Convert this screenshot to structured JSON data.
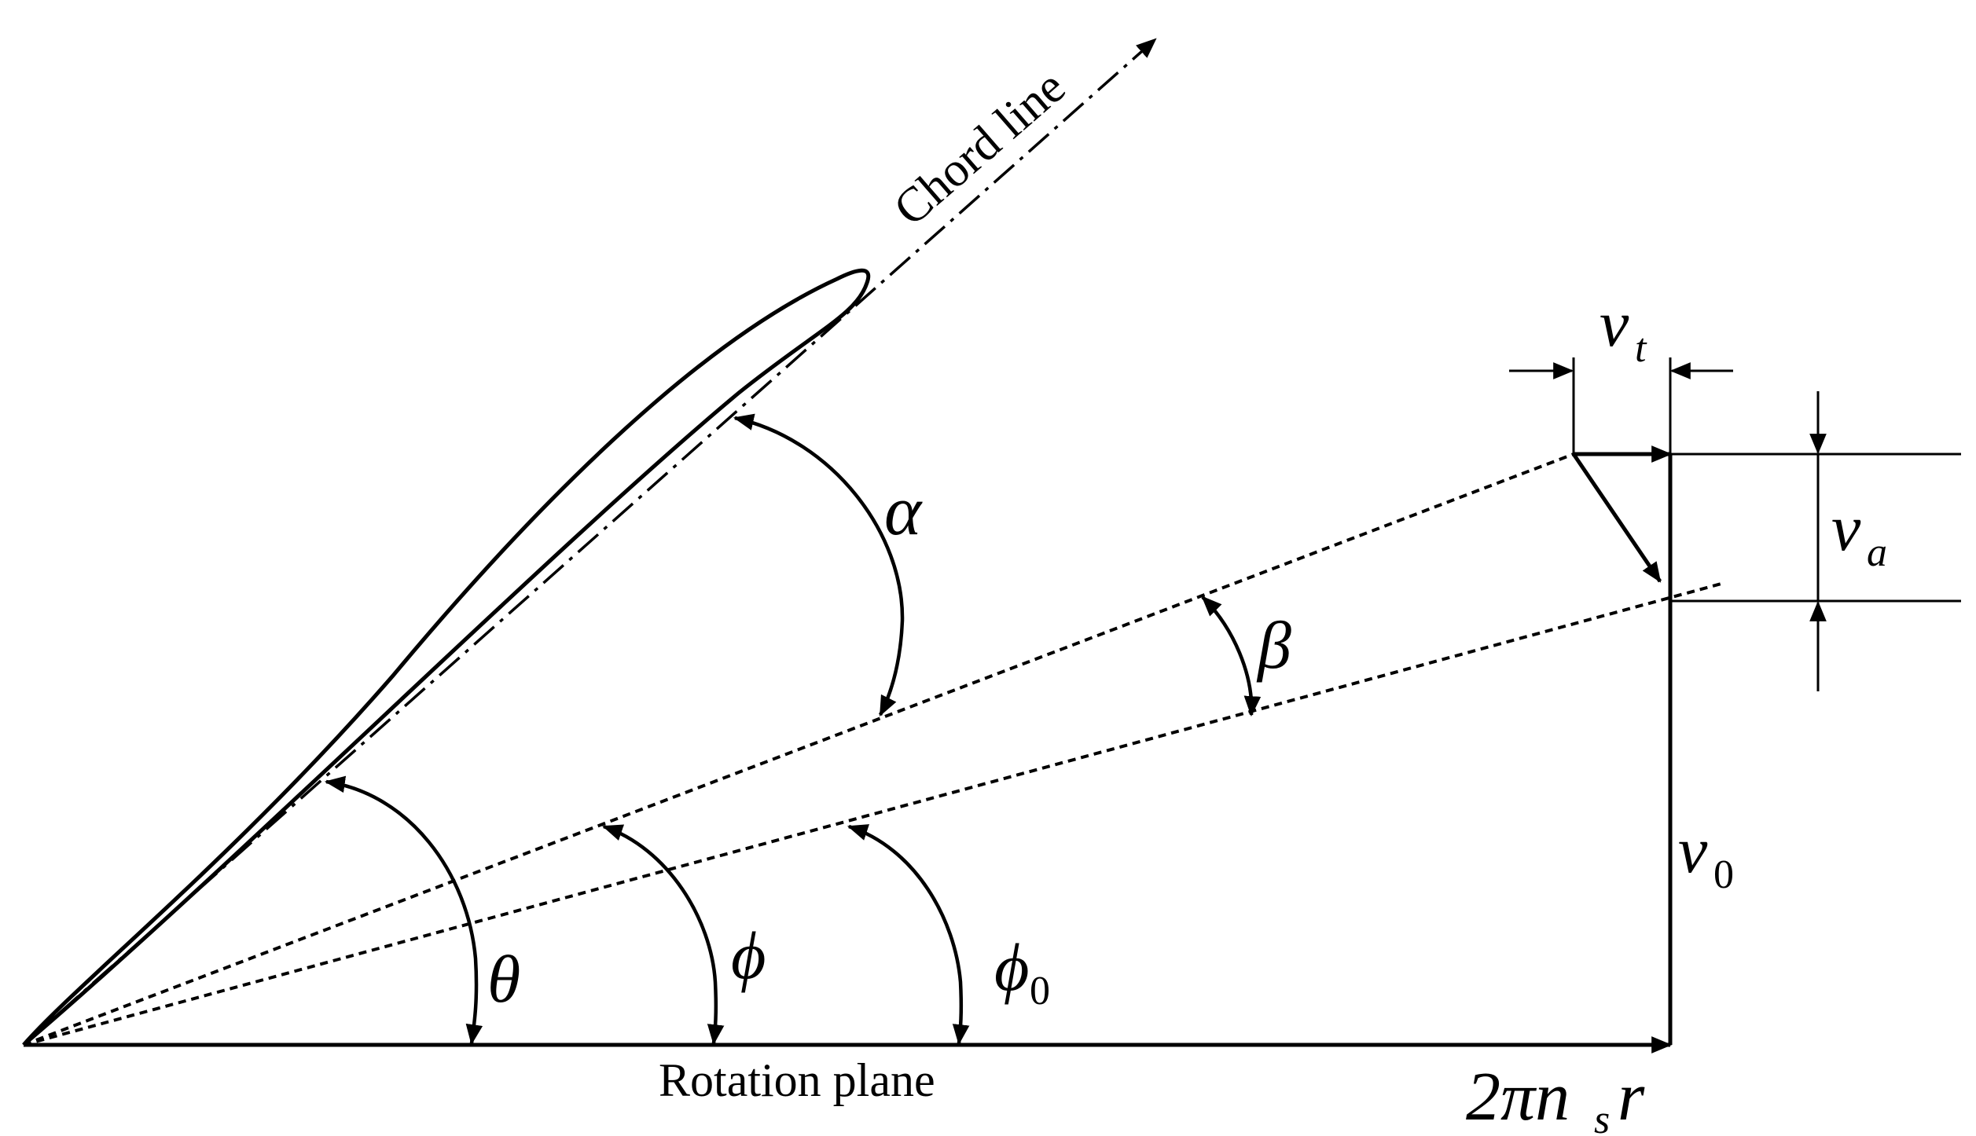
{
  "labels": {
    "chord_line": "Chord line",
    "rotation_plane": "Rotation plane",
    "alpha": "α",
    "beta": "β",
    "theta": "θ",
    "phi": "ϕ",
    "phi0_symbol": "ϕ",
    "phi0_subscript": "0",
    "v_t_symbol": "v",
    "v_t_subscript": "t",
    "v_a_symbol": "v",
    "v_a_subscript": "a",
    "v0_symbol": "v",
    "v0_subscript": "0",
    "tangential_main": "2πn",
    "tangential_subscript": "s",
    "tangential_end": "r"
  }
}
